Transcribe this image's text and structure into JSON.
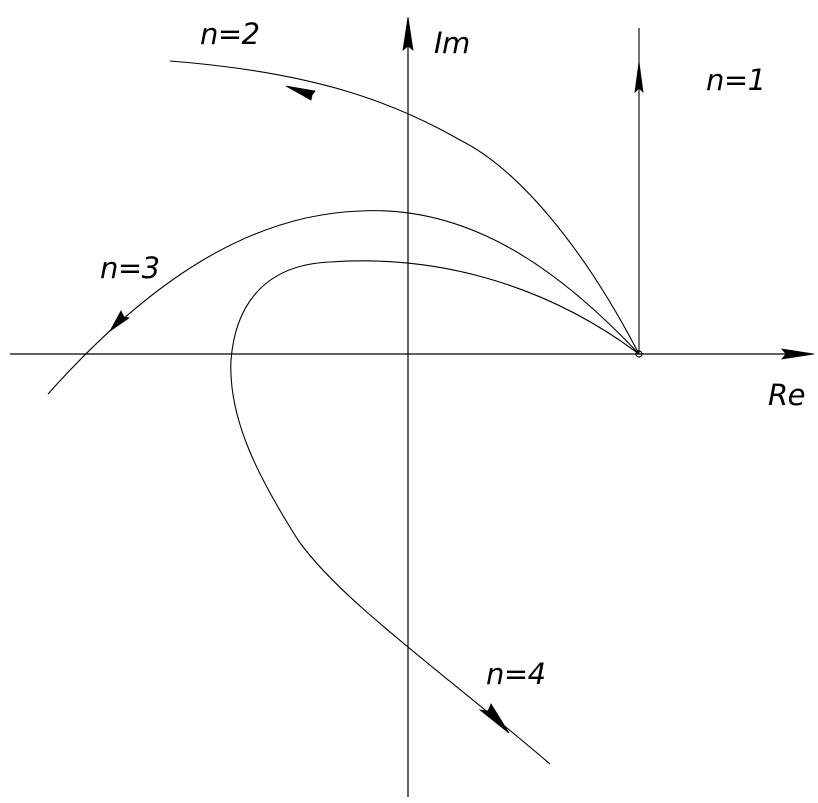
{
  "axes": {
    "real_label": "Re",
    "imag_label": "Im"
  },
  "curves": [
    {
      "label": "n=1"
    },
    {
      "label": "n=2"
    },
    {
      "label": "n=3"
    },
    {
      "label": "n=4"
    }
  ],
  "colors": {
    "stroke": "#000000",
    "background": "#ffffff"
  }
}
